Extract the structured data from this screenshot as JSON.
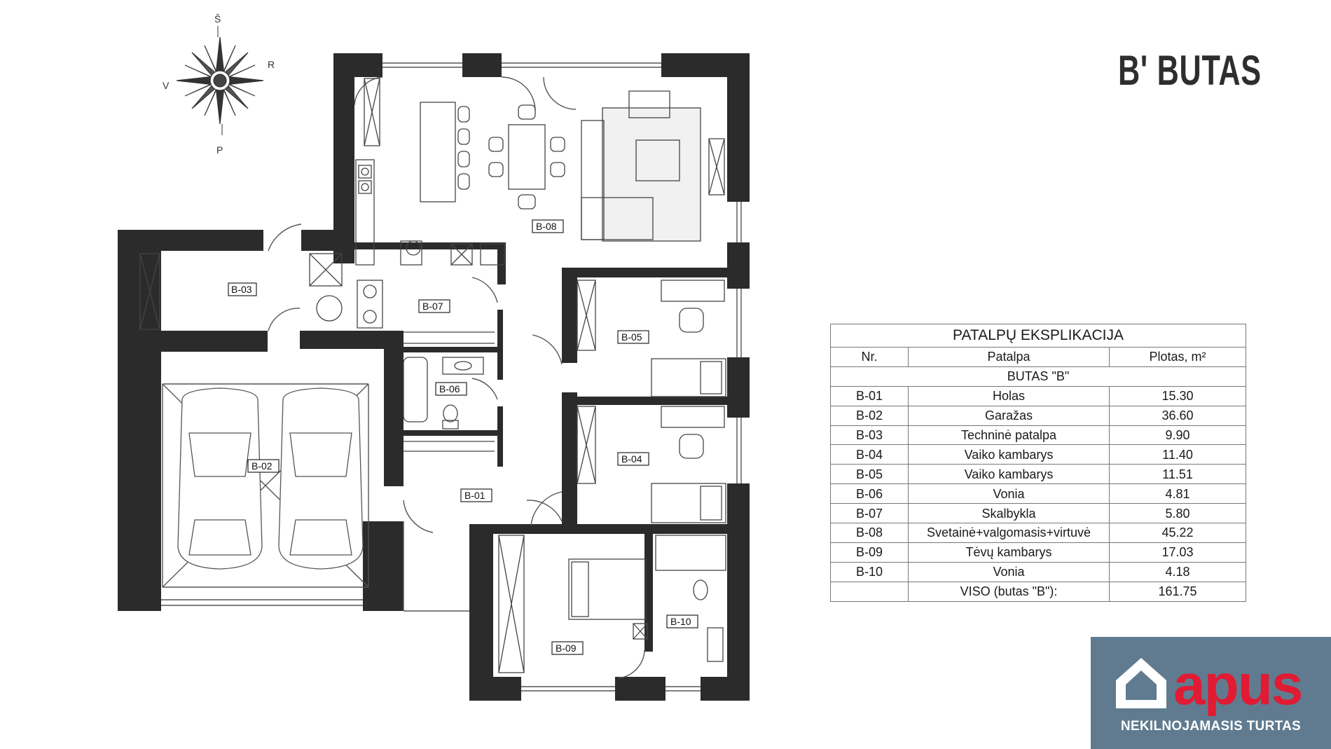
{
  "title": "B' BUTAS",
  "compass": {
    "north": "Š",
    "south": "P",
    "east": "R",
    "west": "V"
  },
  "rooms": {
    "b01": "B-01",
    "b02": "B-02",
    "b03": "B-03",
    "b04": "B-04",
    "b05": "B-05",
    "b06": "B-06",
    "b07": "B-07",
    "b08": "B-08",
    "b09": "B-09",
    "b10": "B-10"
  },
  "table": {
    "title": "PATALPŲ EKSPLIKACIJA",
    "headers": [
      "Nr.",
      "Patalpa",
      "Plotas, m²"
    ],
    "section": "BUTAS \"B\"",
    "rows": [
      [
        "B-01",
        "Holas",
        "15.30"
      ],
      [
        "B-02",
        "Garažas",
        "36.60"
      ],
      [
        "B-03",
        "Techninė patalpa",
        "9.90"
      ],
      [
        "B-04",
        "Vaiko kambarys",
        "11.40"
      ],
      [
        "B-05",
        "Vaiko kambarys",
        "11.51"
      ],
      [
        "B-06",
        "Vonia",
        "4.81"
      ],
      [
        "B-07",
        "Skalbykla",
        "5.80"
      ],
      [
        "B-08",
        "Svetainė+valgomasis+virtuvė",
        "45.22"
      ],
      [
        "B-09",
        "Tėvų kambarys",
        "17.03"
      ],
      [
        "B-10",
        "Vonia",
        "4.18"
      ]
    ],
    "total_label": "VISO (butas \"B\"):",
    "total_value": "161.75"
  },
  "logo": {
    "word": "apus",
    "tagline": "NEKILNOJAMASIS TURTAS"
  },
  "colors": {
    "wall": "#2b2b2b",
    "logo_bg": "#607b8f",
    "logo_red": "#e01b33"
  }
}
